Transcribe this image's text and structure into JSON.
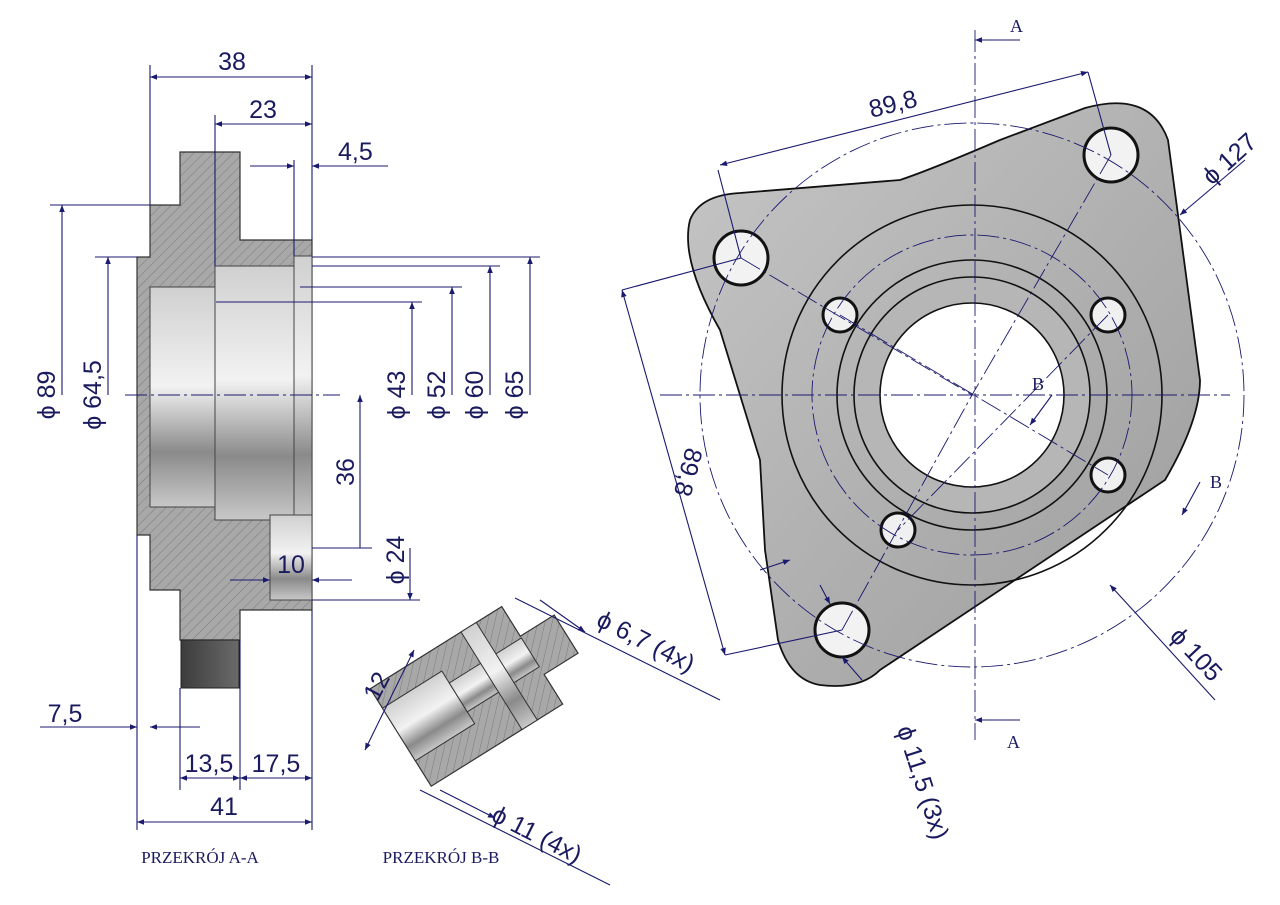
{
  "section_aa": {
    "caption": "PRZEKRÓJ A-A",
    "dims": {
      "d38": "38",
      "d23": "23",
      "d4_5": "4,5",
      "phi89": "ϕ 89",
      "phi64_5": "ϕ 64,5",
      "phi43": "ϕ 43",
      "phi52": "ϕ 52",
      "phi60": "ϕ 60",
      "phi65": "ϕ 65",
      "d36": "36",
      "phi24": "ϕ 24",
      "d10": "10",
      "d7_5": "7,5",
      "d13_5": "13,5",
      "d17_5": "17,5",
      "d41": "41"
    }
  },
  "section_bb": {
    "caption": "PRZEKRÓJ B-B",
    "dims": {
      "d12": "12",
      "phi6_7": "ϕ 6,7 (4x)",
      "phi11": "ϕ 11 (4x)"
    }
  },
  "front_view": {
    "labels": {
      "a_top": "A",
      "a_bottom": "A",
      "b_left": "B",
      "b_right": "B"
    },
    "dims": {
      "d89_8_top": "89,8",
      "d89_8_left": "89,8",
      "phi127": "ϕ 127",
      "phi105": "ϕ 105",
      "phi11_5": "ϕ 11,5 (3x)"
    }
  },
  "colors": {
    "dimension": "#1a1a5e",
    "part": "#b4b4b4",
    "hatch": "#8c8c8c"
  }
}
